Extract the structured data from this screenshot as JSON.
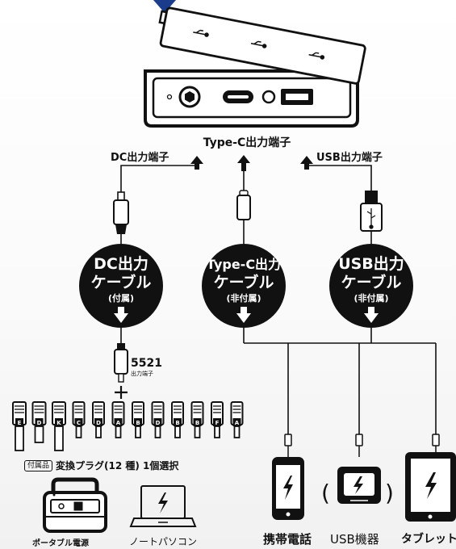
{
  "top_panel": {
    "port_label": "Type-C出力端子",
    "dc_port_label": "DC出力端子",
    "usb_port_label": "USB出力端子"
  },
  "cables": [
    {
      "line1": "DC出力",
      "line2": "ケーブル",
      "line3": "(付属)"
    },
    {
      "line1": "Type-C出力",
      "line2": "ケーブル",
      "line3": "(非付属)"
    },
    {
      "line1": "USB出力",
      "line2": "ケーブル",
      "line3": "(非付属)"
    }
  ],
  "plug": {
    "size": "5521",
    "sub": "出力端子"
  },
  "adapters": {
    "tag": "付属品",
    "text": "変換プラグ(12 種) 1個選択",
    "letters": [
      "E",
      "D",
      "K",
      "C",
      "D",
      "A",
      "B",
      "D",
      "B",
      "B",
      "F",
      "A"
    ]
  },
  "devices_left": [
    {
      "label": "ポータブル電源",
      "icon": "portable-power-station-icon"
    },
    {
      "label": "ノートパソコン",
      "icon": "laptop-icon"
    }
  ],
  "devices_right": [
    {
      "label": "携帯電話",
      "icon": "smartphone-icon"
    },
    {
      "label": "USB機器",
      "icon": "usb-device-icon"
    },
    {
      "label": "タブレット",
      "icon": "tablet-icon"
    }
  ],
  "colors": {
    "accent_arrow": "#1b3c8a",
    "ink": "#111111"
  }
}
